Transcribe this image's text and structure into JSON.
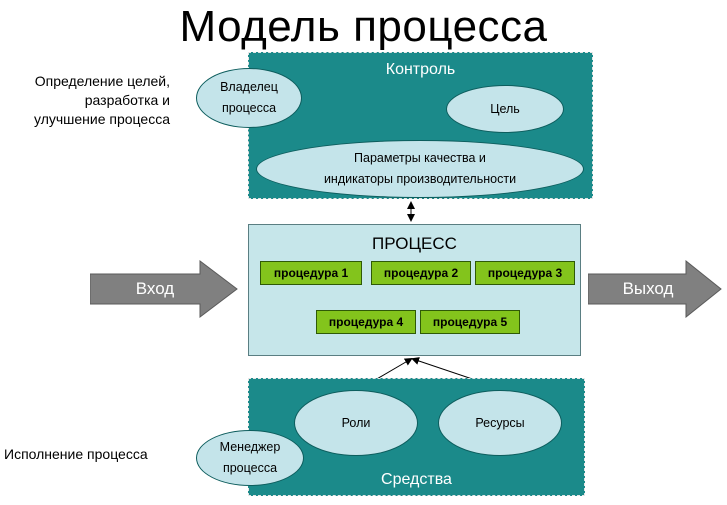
{
  "title": "Модель процесса",
  "side_labels": {
    "goals": "Определение целей,\nразработка и\nулучшение процесса",
    "execution": "Исполнение процесса"
  },
  "control": {
    "title": "Контроль",
    "owner": "Владелец\nпроцесса",
    "goal": "Цель",
    "quality": "Параметры качества и\nиндикаторы производительности"
  },
  "process": {
    "title": "ПРОЦЕСС",
    "procedures": [
      "процедура 1",
      "процедура 2",
      "процедура 3",
      "процедура 4",
      "процедура 5"
    ]
  },
  "input_label": "Вход",
  "output_label": "Выход",
  "means": {
    "title": "Средства",
    "manager": "Менеджер\nпроцесса",
    "roles": "Роли",
    "resources": "Ресурсы"
  },
  "colors": {
    "panel": "#1b8a8a",
    "ellipse": "#c4e4ea",
    "process_bg": "#c6e6ea",
    "procedure": "#83c41c",
    "arrow": "#808080"
  }
}
